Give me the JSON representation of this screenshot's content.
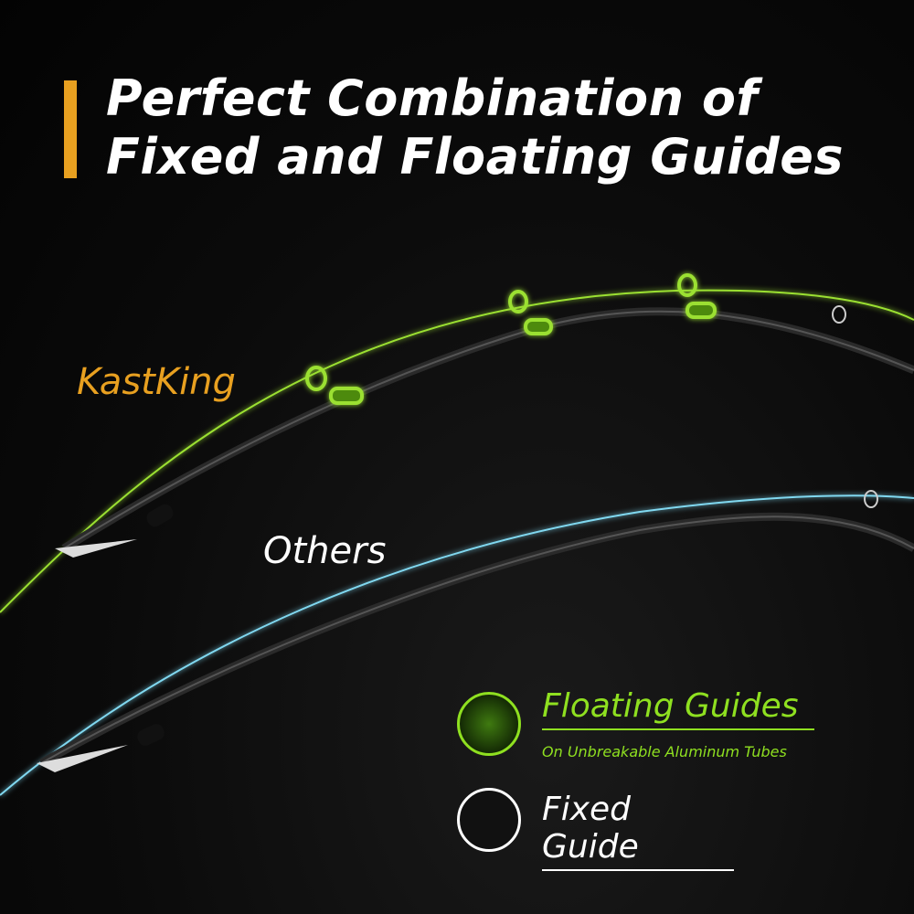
{
  "title": {
    "line1": "Perfect Combination of",
    "line2": "Fixed and Floating Guides"
  },
  "labels": {
    "kastking": "KastKing",
    "others": "Others"
  },
  "legend": {
    "floating": {
      "title": "Floating Guides",
      "subtitle": "On Unbreakable Aluminum Tubes"
    },
    "fixed": {
      "title": "Fixed Guide"
    }
  },
  "colors": {
    "accent_orange": "#e8a020",
    "green": "#8fe020",
    "blue": "#7fd8f0"
  }
}
